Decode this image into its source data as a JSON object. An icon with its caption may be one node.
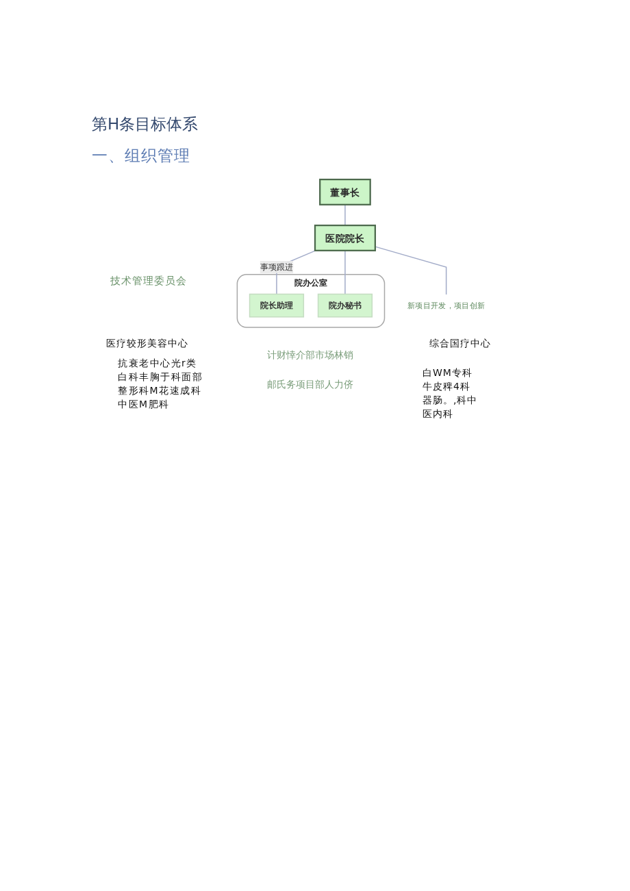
{
  "diagram": {
    "title": "第H条目标体系",
    "nodes": [
      {
        "text": [
          "董事长"
        ]
      },
      {
        "text": [
          "医院院长"
        ]
      },
      {
        "text": [
          "院办公室"
        ]
      },
      {
        "text": [
          "院长助理"
        ],
        "in": 2
      },
      {
        "text": [
          "院办秘书"
        ],
        "in": 2
      },
      {
        "text": [
          "新项目开发，项目创新"
        ]
      }
    ],
    "edges": [
      {
        "from": 0,
        "to": 1,
        "arrow": "none"
      },
      {
        "from": 1,
        "to": 3,
        "arrow": "none",
        "label": "事项跟进"
      },
      {
        "from": 1,
        "to": 4,
        "arrow": "none"
      },
      {
        "from": 1,
        "to": 5,
        "arrow": "none"
      }
    ],
    "labels": [
      "一、组织管理",
      "技术管理委员会",
      "医疗较形美容中心",
      "抗衰老中心光r类",
      "白科丰胸于科面部",
      "整形科M花速成科",
      "中医M肥科",
      "计财悻介部市场林销",
      "邮氏务项目部人力侪",
      "综合国疗中心",
      "白WM专科",
      "牛皮稗4科",
      "器肠。,科中",
      "医内科"
    ]
  }
}
